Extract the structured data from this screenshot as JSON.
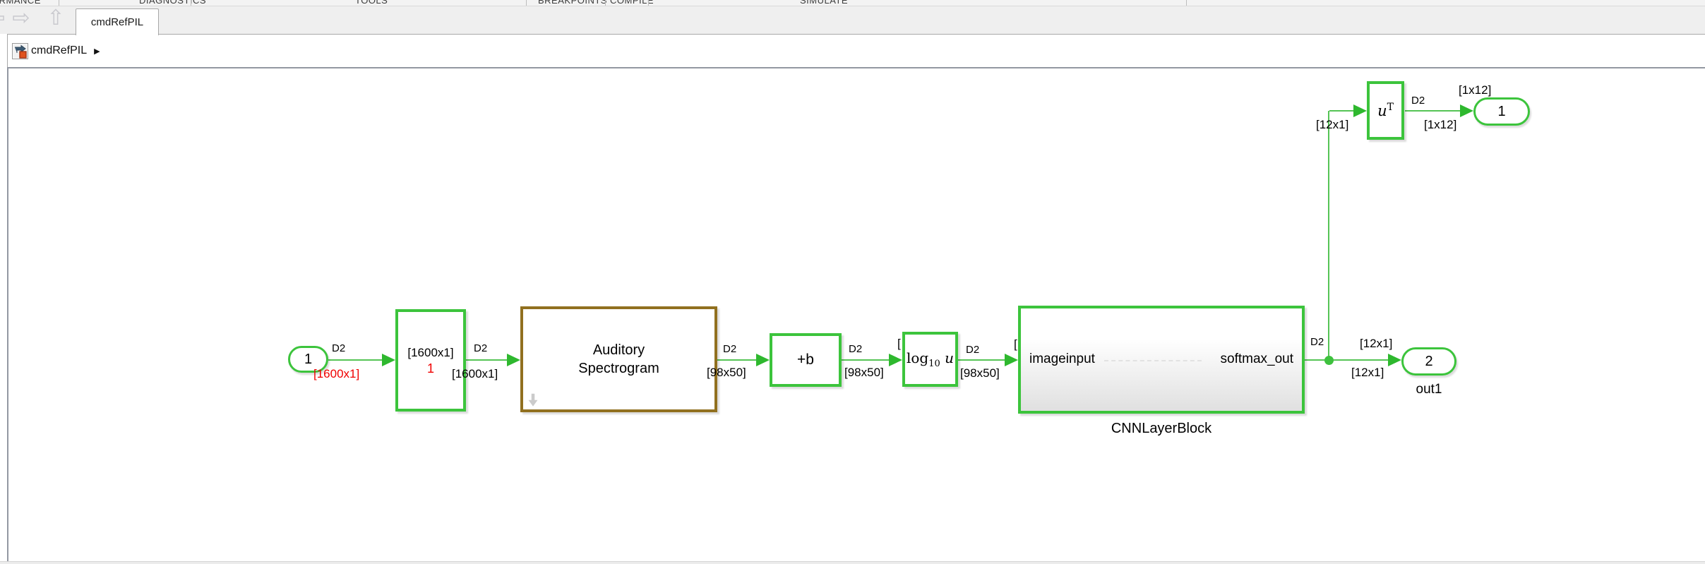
{
  "ribbon": {
    "sections": {
      "s1": "ORMANCE",
      "s2": "DIAGNOSTICS",
      "s3": "TOOLS",
      "s4": "BREAKPOINTS",
      "s5": "COMPILE",
      "s6": "SIMULATE"
    }
  },
  "tabbar": {
    "active_tab": "cmdRefPIL",
    "back_arrow": "⇦",
    "forward_arrow": "⇨",
    "up_arrow": "⇧"
  },
  "breadcrumb": {
    "model_name": "cmdRefPIL",
    "arrow": "▶"
  },
  "signals": {
    "d2": "D2",
    "dim_1600": "[1600x1]",
    "dim_98x50": "[98x50]",
    "dim_12x1": "[12x1]",
    "dim_1x12": "[1x12]",
    "bracket": "["
  },
  "blocks": {
    "inport1": {
      "label": "1"
    },
    "spec_block": {
      "dim": "[1600x1]",
      "value": "1"
    },
    "auditory": {
      "line1": "Auditory",
      "line2": "Spectrogram"
    },
    "bias": {
      "label": "+b"
    },
    "log": {
      "word": "log",
      "sub": "10",
      "var": "u"
    },
    "cnn": {
      "in_port": "imageinput",
      "out_port": "softmax_out",
      "name": "CNNLayerBlock"
    },
    "transpose": {
      "var": "u",
      "sup": "T"
    },
    "outport1": {
      "label": "1"
    },
    "outport2": {
      "label": "2",
      "name": "out1"
    }
  },
  "colors": {
    "highlight_green": "#3cc43c",
    "line_green": "#55c455",
    "error_red": "#f00000",
    "subsystem_brown": "#91701f"
  }
}
